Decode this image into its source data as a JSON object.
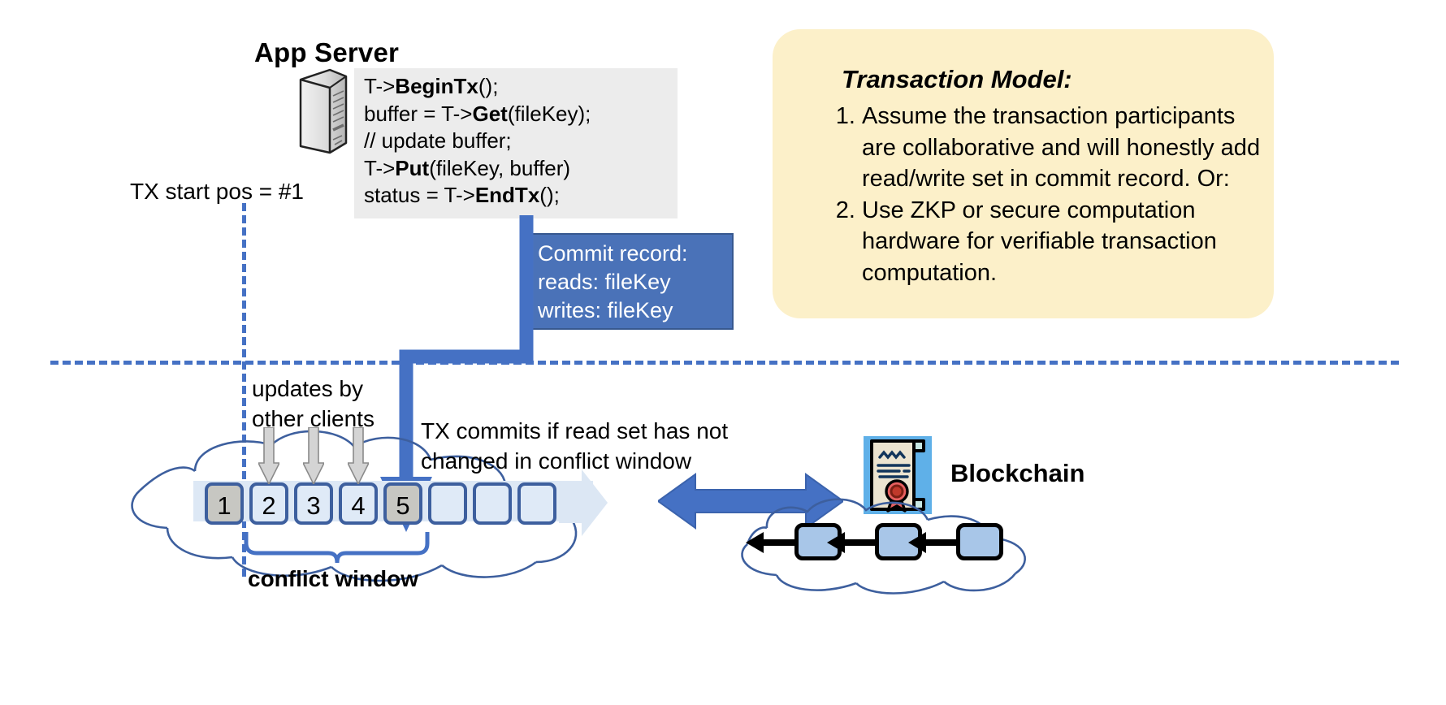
{
  "app_server": {
    "title": "App Server",
    "icon": "server-icon",
    "code_lines": [
      {
        "plain1": "T->",
        "bold": "BeginTx",
        "plain2": "();"
      },
      {
        "plain1": "buffer = T->",
        "bold": "Get",
        "plain2": "(fileKey);"
      },
      {
        "plain1": "// update buffer;",
        "bold": "",
        "plain2": ""
      },
      {
        "plain1": "T->",
        "bold": "Put",
        "plain2": "(fileKey, buffer)"
      },
      {
        "plain1": "status = T->",
        "bold": "EndTx",
        "plain2": "();"
      }
    ]
  },
  "tx_start": {
    "label": "TX start pos = #1"
  },
  "commit_record": {
    "title": "Commit record:",
    "reads": "reads: fileKey",
    "writes": "writes: fileKey",
    "bg_color": "#4a72b8"
  },
  "transaction_model": {
    "title": "Transaction Model:",
    "bg_color": "#fcf0c9",
    "items": [
      "Assume the transaction participants are collaborative and will honestly add read/write set in commit record.  Or:",
      "Use ZKP or secure computation hardware for verifiable transaction computation."
    ]
  },
  "log": {
    "updates_label_line1": "updates by",
    "updates_label_line2": "other clients",
    "tx_commits_line1": "TX commits if read set has not",
    "tx_commits_line2": "changed in conflict window",
    "conflict_window_label": "conflict window",
    "boxes": [
      {
        "num": "1",
        "filled": true
      },
      {
        "num": "2",
        "filled": false
      },
      {
        "num": "3",
        "filled": false
      },
      {
        "num": "4",
        "filled": false
      },
      {
        "num": "5",
        "filled": true
      },
      {
        "num": "",
        "filled": false
      },
      {
        "num": "",
        "filled": false
      },
      {
        "num": "",
        "filled": false
      }
    ]
  },
  "blockchain": {
    "label": "Blockchain",
    "cert_icon": "certificate-icon",
    "accent_color": "#4571c4"
  }
}
